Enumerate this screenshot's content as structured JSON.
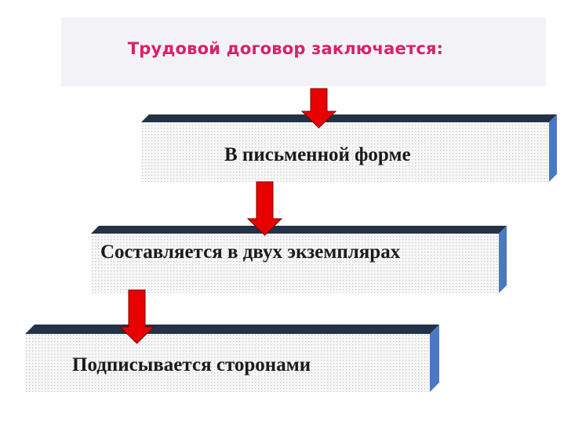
{
  "title": "Трудовой договор заключается:",
  "steps": [
    {
      "label": "В письменной форме"
    },
    {
      "label": "Составляется в двух экземплярах"
    },
    {
      "label": "Подписывается сторонами"
    }
  ],
  "colors": {
    "title": "#dc1f6b",
    "block_top": "#233246",
    "block_side": "#4a78c4",
    "block_fill": "#f2f2f2",
    "arrow": "#e80000"
  },
  "icons": {
    "connector": "down-arrow-icon"
  }
}
